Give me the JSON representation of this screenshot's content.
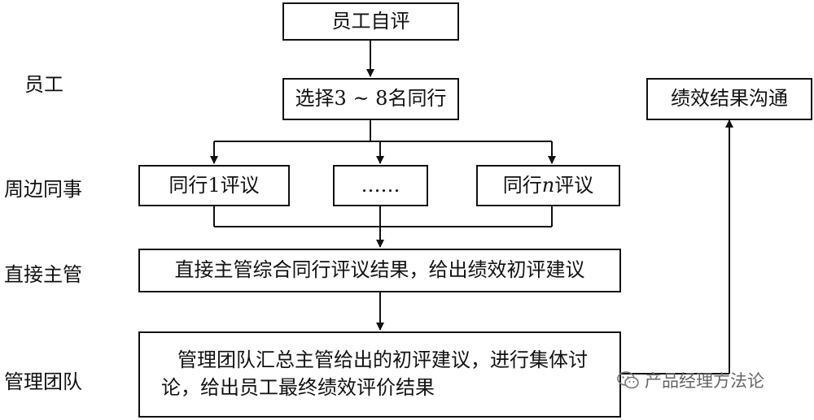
{
  "roles": {
    "employee": "员工",
    "peers": "周边同事",
    "supervisor": "直接主管",
    "management": "管理团队"
  },
  "nodes": {
    "self_review": "员工自评",
    "select_peers": "选择3 ~ 8名同行",
    "peer_review_1": "同行1评议",
    "peer_review_ellipsis": "……",
    "peer_review_n_prefix": "同行",
    "peer_review_n_var": "n",
    "peer_review_n_suffix": "评议",
    "supervisor_step": "直接主管综合同行评议结果，给出绩效初评建议",
    "management_step": "管理团队汇总主管给出的初评建议，进行集体讨论，给出员工最终绩效评价结果",
    "result_communication": "绩效结果沟通"
  },
  "watermark": "产品经理方法论"
}
